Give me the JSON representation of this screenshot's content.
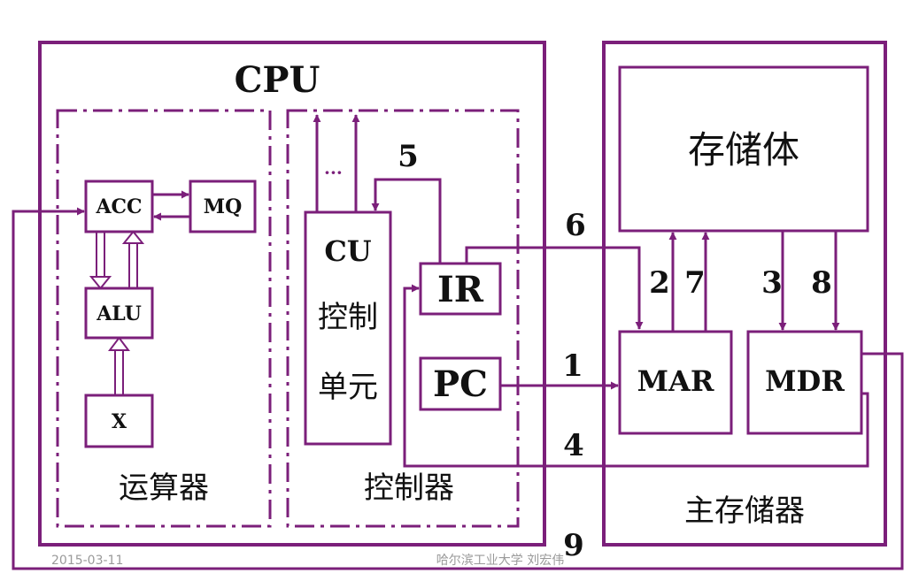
{
  "header_partial": "",
  "cpu": {
    "title": "CPU",
    "alu_section": {
      "acc": "ACC",
      "mq": "MQ",
      "alu": "ALU",
      "x": "X",
      "caption": "运算器"
    },
    "control_section": {
      "cu": "CU",
      "cu_sub1": "控制",
      "cu_sub2": "单元",
      "ir": "IR",
      "pc": "PC",
      "dots": "···",
      "caption": "控制器"
    }
  },
  "memory": {
    "storage": "存储体",
    "mar": "MAR",
    "mdr": "MDR",
    "caption": "主存储器"
  },
  "steps": [
    "1",
    "2",
    "3",
    "4",
    "5",
    "6",
    "7",
    "8",
    "9"
  ],
  "footer": {
    "date": "2015-03-11",
    "source": "哈尔滨工业大学  刘宏伟"
  },
  "colors": {
    "line": "#7b1f7a",
    "text": "#111111",
    "footer": "#9a9a9a"
  }
}
